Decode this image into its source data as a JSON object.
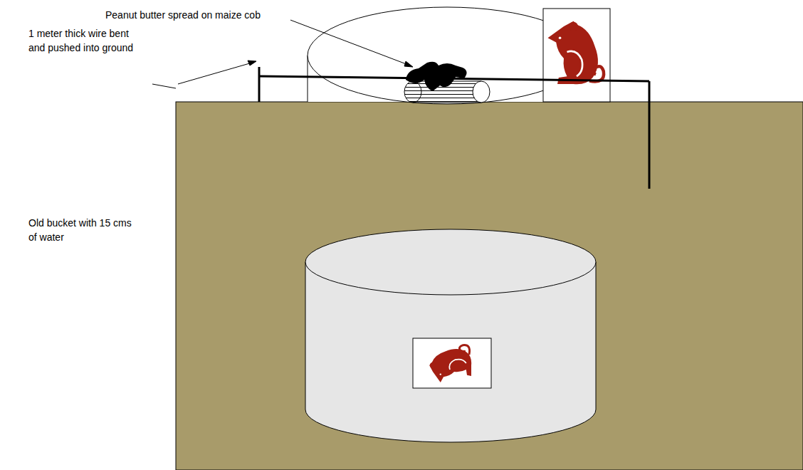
{
  "diagram": {
    "labels": [
      "Peanut butter spread on maize cob",
      "1 meter thick wire bent and pushed into ground",
      "Old bucket with 15 cms of water"
    ]
  }
}
